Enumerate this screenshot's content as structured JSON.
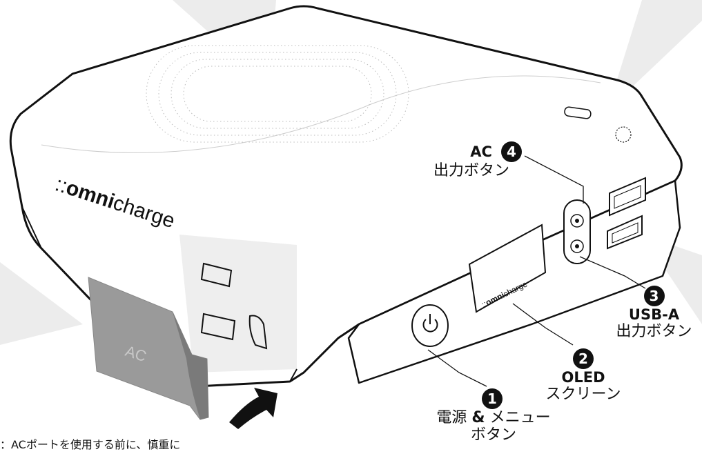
{
  "brand": {
    "prefix": "::",
    "bold": "omni",
    "light": "charge"
  },
  "screen_brand": {
    "prefix": "::",
    "bold": "omni",
    "light": "charge"
  },
  "cover_label": "AC",
  "callouts": {
    "power": {
      "number": "1",
      "line1_a": "電源 ",
      "line1_bold": "&",
      "line1_b": " メニュー",
      "line2": "ボタン"
    },
    "oled": {
      "number": "2",
      "title": "OLED",
      "subtitle": "スクリーン"
    },
    "usb": {
      "number": "3",
      "title": "USB-A",
      "subtitle": "出力ボタン"
    },
    "ac": {
      "number": "4",
      "title": "AC",
      "subtitle": "出力ボタン"
    }
  },
  "note": "：ACポートを使用する前に、慎重に",
  "colors": {
    "outline": "#111111",
    "cover": "#9a9a9a",
    "panel": "#eeeeee",
    "rays": "#e6e6e6"
  }
}
